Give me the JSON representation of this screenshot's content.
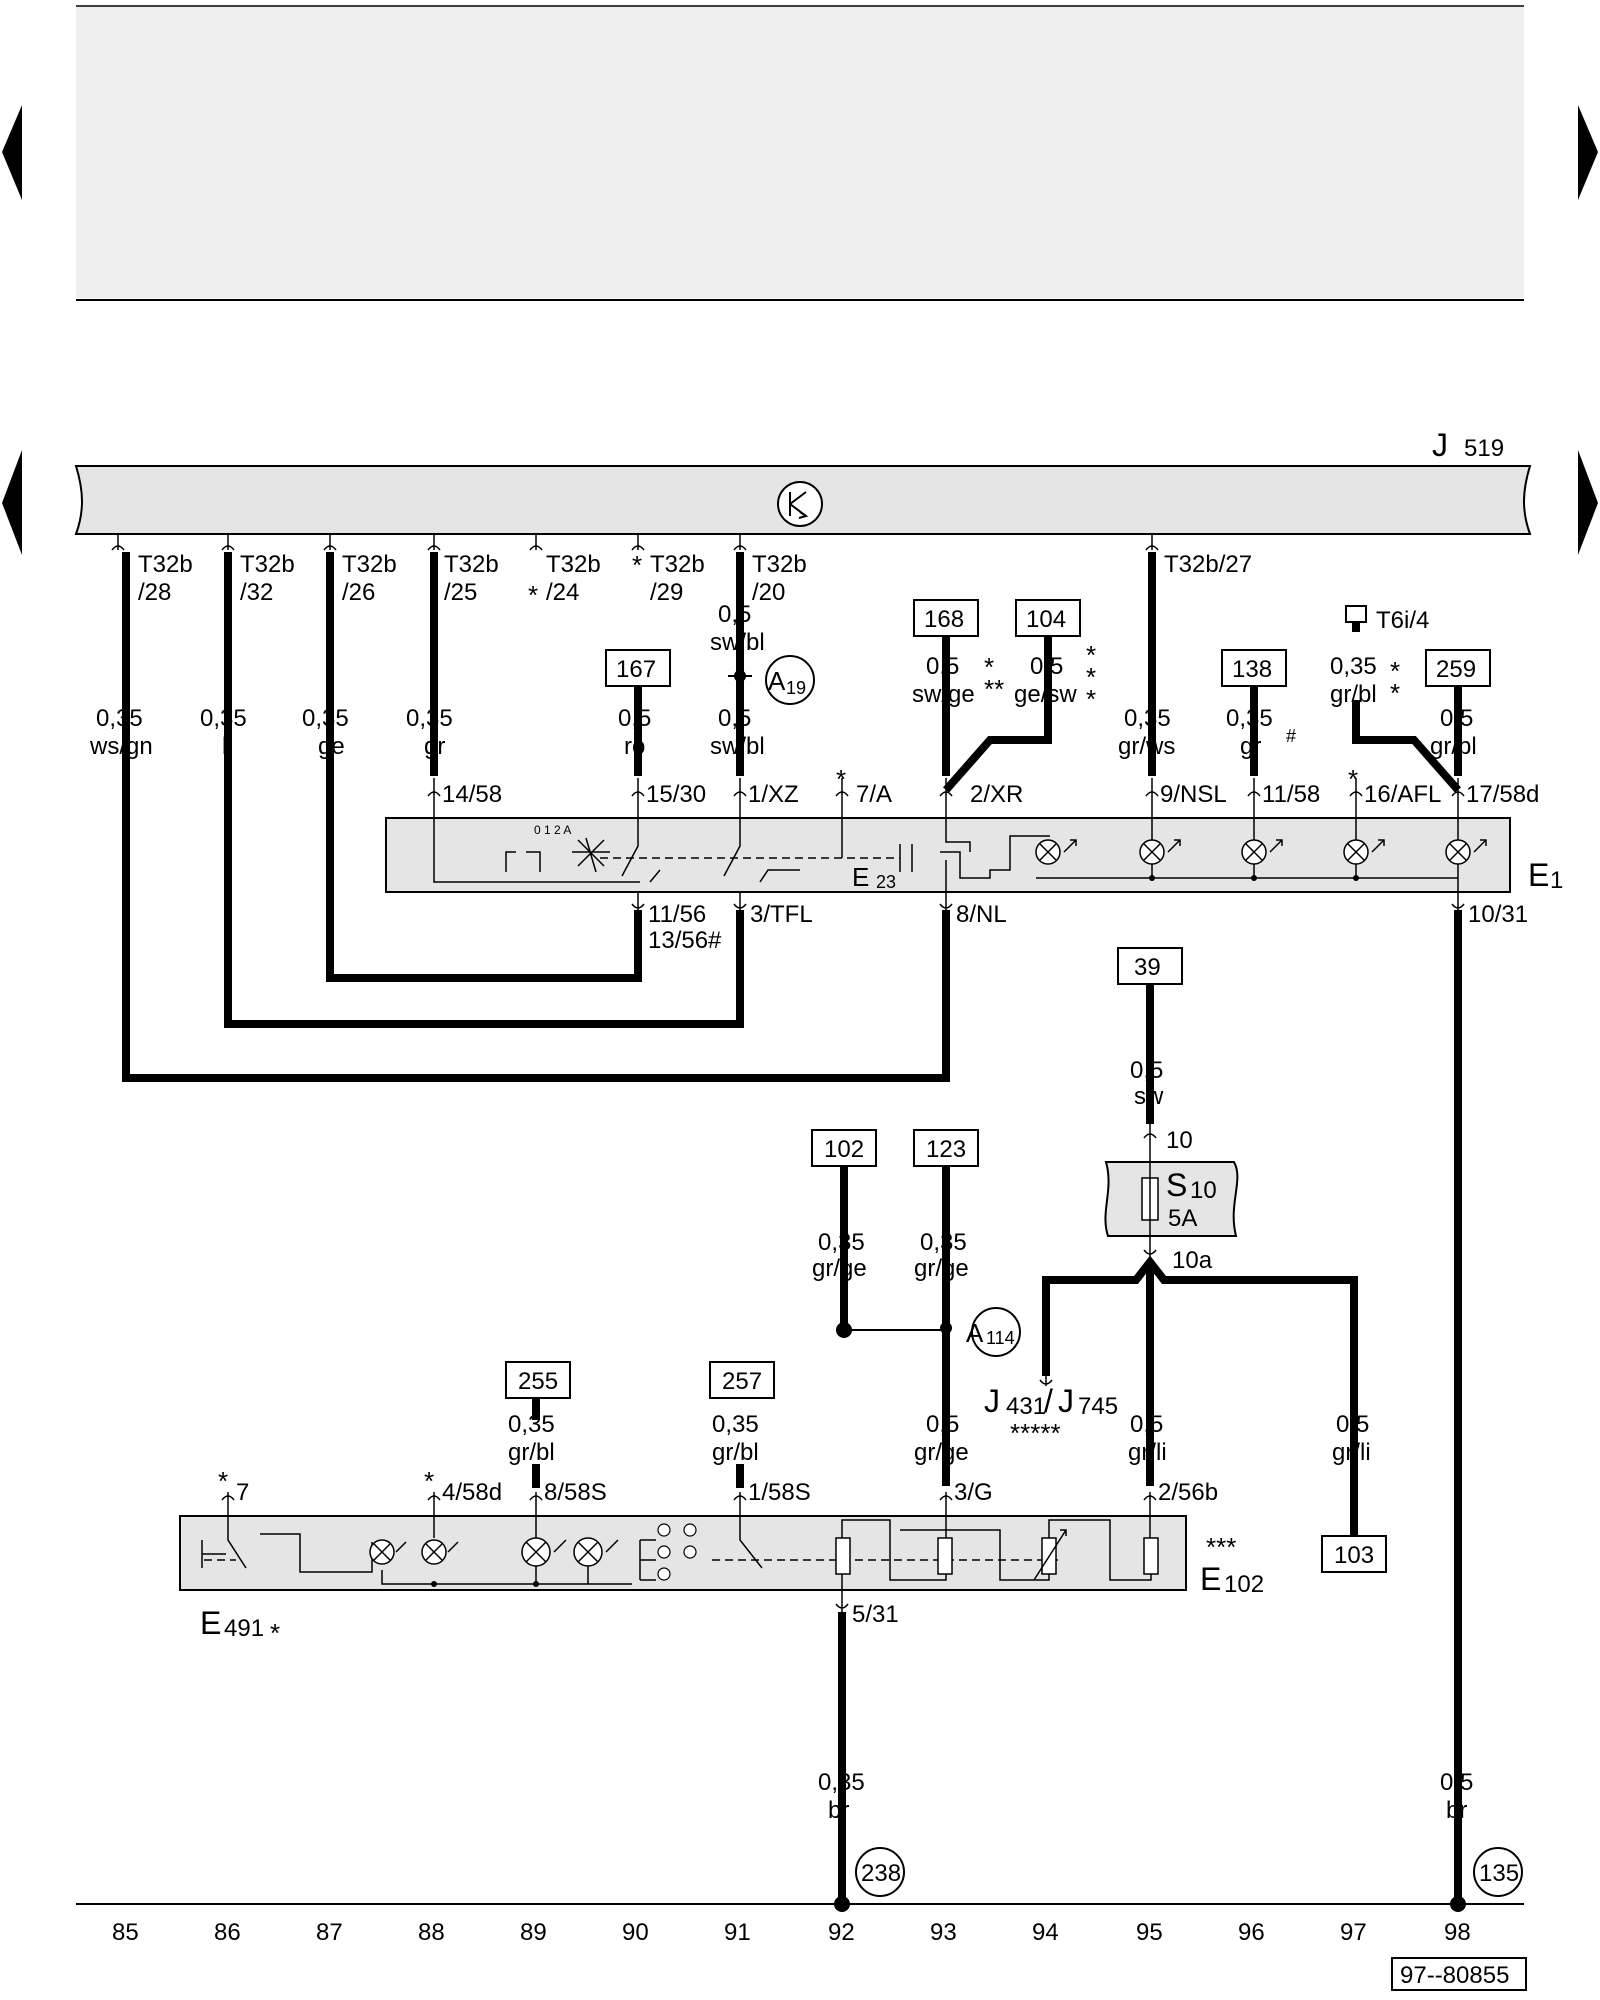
{
  "diagram_id": "97--80855",
  "control_unit": {
    "label": "J",
    "sub": "519"
  },
  "track_numbers": [
    "85",
    "86",
    "87",
    "88",
    "89",
    "90",
    "91",
    "92",
    "93",
    "94",
    "95",
    "96",
    "97",
    "98"
  ],
  "ground_refs": [
    "238",
    "135"
  ],
  "ref_boxes": [
    "168",
    "104",
    "167",
    "138",
    "259",
    "39",
    "102",
    "123",
    "255",
    "257",
    "103"
  ],
  "connectors": {
    "t28": "T32b",
    "t28b": "/28",
    "t32": "T32b",
    "t32b": "/32",
    "t26": "T32b",
    "t26b": "/26",
    "t25": "T32b",
    "t25b": "/25",
    "t24": "T32b",
    "t24b": "/24",
    "t29": "T32b",
    "t29b": "/29",
    "t20": "T32b",
    "t20b": "/20",
    "t27": "T32b/27",
    "t6i": "T6i/4"
  },
  "wires": {
    "w85": [
      "0,35",
      "ws/gn"
    ],
    "w86": [
      "0,35",
      "li"
    ],
    "w87": [
      "0,35",
      "ge"
    ],
    "w88": [
      "0,35",
      "gr"
    ],
    "w90": [
      "0,5",
      "ro"
    ],
    "w91a": [
      "0,5",
      "sw/bl"
    ],
    "w91b": [
      "0,5",
      "sw/bl"
    ],
    "w92a": [
      "0,5",
      "sw/ge"
    ],
    "w93a": [
      "0,5",
      "ge/sw"
    ],
    "w95a": [
      "0,35",
      "gr/ws"
    ],
    "w96": [
      "0,35",
      "gr"
    ],
    "w97a": [
      "0,35",
      "gr/bl"
    ],
    "w98a": [
      "0,5",
      "gr/bl"
    ],
    "w39": [
      "0,5",
      "sw"
    ],
    "w102": [
      "0,35",
      "gr/ge"
    ],
    "w123": [
      "0,35",
      "gr/ge"
    ],
    "w255": [
      "0,35",
      "gr/bl"
    ],
    "w257": [
      "0,35",
      "gr/bl"
    ],
    "w93b": [
      "0,5",
      "gr/ge"
    ],
    "w95b": [
      "0,5",
      "gr/li"
    ],
    "w97b": [
      "0,5",
      "gr/li"
    ],
    "w92b": [
      "0,35",
      "br"
    ],
    "w98b": [
      "0,5",
      "br"
    ]
  },
  "splices": {
    "a19": "A",
    "a19n": "19",
    "a114": "A",
    "a114n": "114"
  },
  "switch_e1": {
    "label": "E",
    "sub": "1",
    "e23": "E",
    "e23sub": "23",
    "positions": "0 1 2 A",
    "pins_top": [
      "14/58",
      "15/30",
      "1/XZ",
      "7/A",
      "2/XR",
      "9/NSL",
      "11/58",
      "16/AFL",
      "17/58d"
    ],
    "pins_bottom": [
      "11/56",
      "13/56#",
      "3/TFL",
      "8/NL",
      "10/31"
    ]
  },
  "fuse": {
    "label": "S",
    "sub": "10",
    "rating": "5A",
    "pin_in": "10",
    "pin_out": "10a"
  },
  "j431": {
    "a": "J",
    "a_sub": "431",
    "slash": "/",
    "b": "J",
    "b_sub": "745",
    "stars": "*****"
  },
  "e102": {
    "label": "E",
    "sub": "102",
    "stars": "***",
    "pins_top": [
      "7",
      "4/58d",
      "8/58S",
      "1/58S",
      "3/G",
      "2/56b"
    ],
    "pin_bottom": "5/31"
  },
  "e491": {
    "label": "E",
    "sub": "491",
    "star": "*"
  },
  "marks": {
    "star": "*",
    "stars2": "**",
    "stars3": "***",
    "hash": "#"
  },
  "navigation": {
    "prev": "previous-page",
    "next": "next-page"
  }
}
